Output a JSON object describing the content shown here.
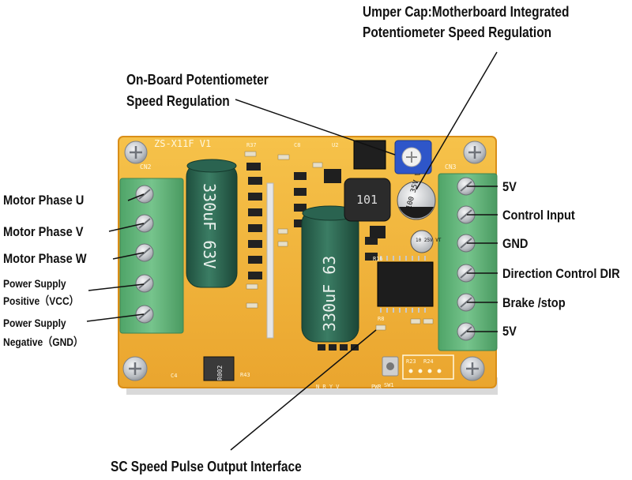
{
  "callouts": {
    "upper_cap_line1": "Umper Cap:Motherboard Integrated",
    "upper_cap_line2": "Potentiometer Speed Regulation",
    "onboard_pot_line1": "On-Board Potentiometer",
    "onboard_pot_line2": "Speed Regulation",
    "sc_output": "SC Speed Pulse Output Interface"
  },
  "left_terminals": {
    "phase_u": "Motor Phase U",
    "phase_v": "Motor Phase V",
    "phase_w": "Motor Phase W",
    "vcc_line1": "Power Supply",
    "vcc_line2": "Positive（VCC）",
    "gnd_line1": "Power Supply",
    "gnd_line2": "Negative（GND）"
  },
  "right_terminals": {
    "t1": "5V",
    "t2": "Control Input",
    "t3": "GND",
    "t4": "Direction Control DIR",
    "t5": "Brake /stop",
    "t6": "5V"
  },
  "board_markings": {
    "model": "ZS-X11F V1",
    "cn2": "CN2",
    "cn3": "CN3",
    "cap_large_1": "330uF 63V",
    "cap_large_2": "330uF 63",
    "inductor": "101",
    "cap_small_1": "100 35V VT",
    "cap_small_2": "10 25V VT",
    "r002": "R002",
    "r43": "R43",
    "c4": "C4",
    "r37": "R37",
    "c8": "C8",
    "u2": "U2",
    "r23": "R23",
    "r24": "R24",
    "sw1": "SW1",
    "pwr": "PWR",
    "led_row": "N R Y V",
    "r16": "R16",
    "r8": "R8"
  },
  "colors": {
    "board": "#f2b43a",
    "board_edge": "#e39a1c",
    "terminal": "#63b67a",
    "capacitor": "#2f6b55",
    "screw": "#c9ccd0"
  }
}
